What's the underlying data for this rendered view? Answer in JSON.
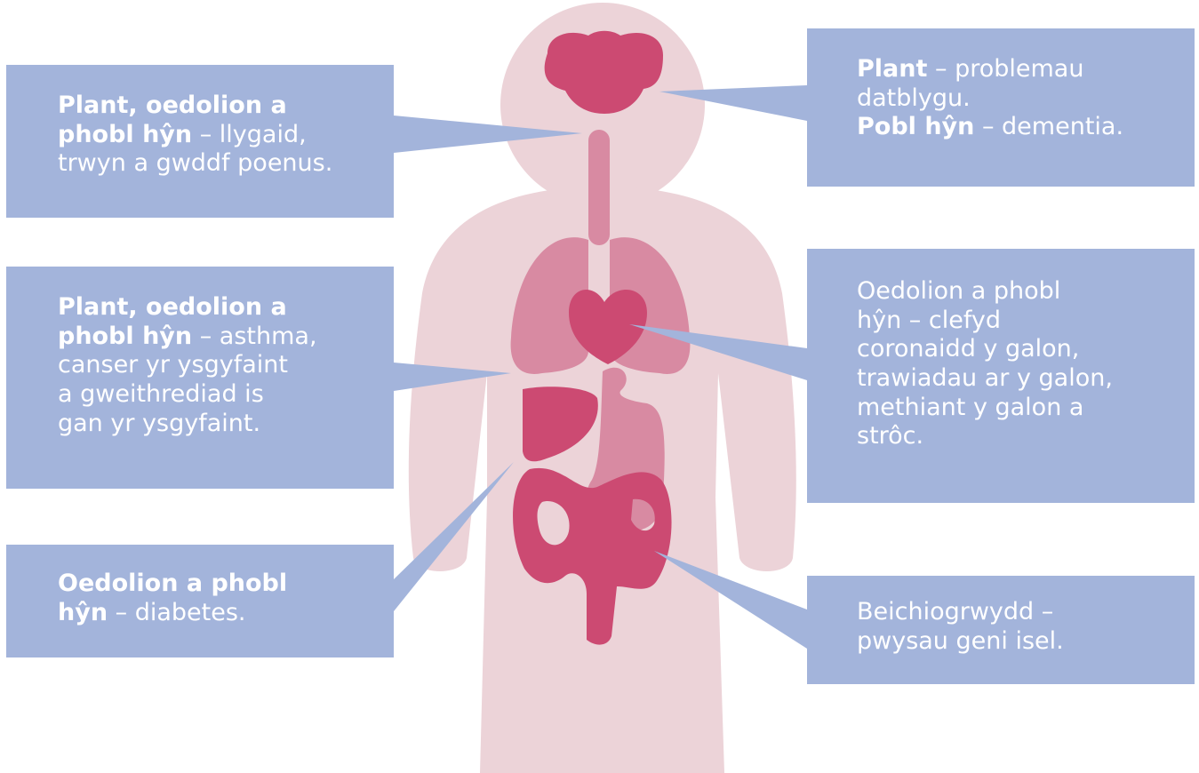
{
  "colors": {
    "body_silhouette": "#ecd3d8",
    "lungs_and_stomach": "#d88aa2",
    "organs": "#cc4a72",
    "callout_background": "#a3b4db",
    "callout_text": "#ffffff"
  },
  "callouts": {
    "eyes_nose_throat": {
      "line1": "Plant, oedolion a",
      "line2_bold": "phobl hŷn",
      "line2_rest": " – llygaid,",
      "line3": "trwyn a gwddf poenus."
    },
    "lungs": {
      "line1": "Plant, oedolion a",
      "line2_bold": "phobl hŷn",
      "line2_rest": " – asthma,",
      "line3": "canser yr ysgyfaint",
      "line4": "a gweithrediad is",
      "line5": "gan yr ysgyfaint."
    },
    "diabetes": {
      "line1": "Oedolion a phobl",
      "line2_bold": "hŷn",
      "line2_rest": " – diabetes."
    },
    "brain": {
      "line1_bold": "Plant",
      "line1_rest": " – problemau",
      "line2": "datblygu.",
      "line3_bold": "Pobl hŷn",
      "line3_rest": " – dementia."
    },
    "heart": {
      "line1": "Oedolion a phobl",
      "line2": "hŷn – clefyd",
      "line3": "coronaidd y galon,",
      "line4": "trawiadau ar y galon,",
      "line5": "methiant y galon a",
      "line6": "strôc."
    },
    "pregnancy": {
      "line1": "Beichiogrwydd –",
      "line2": "pwysau geni isel."
    }
  }
}
